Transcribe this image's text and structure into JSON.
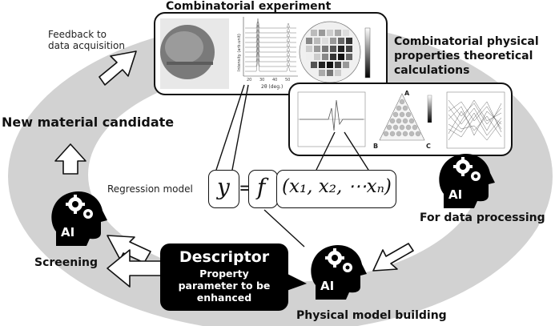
{
  "labels": {
    "combinatorial_experiment": "Combinatorial experiment",
    "feedback": [
      "Feedback to",
      "data acquisition"
    ],
    "theory": [
      "Combinatorial physical",
      "properties theoretical",
      "calculations"
    ],
    "new_material": "New material candidate",
    "screening": "Screening",
    "data_processing": "For data processing",
    "physical_model": "Physical model building",
    "regression": "Regression model",
    "descriptor_title": "Descriptor",
    "descriptor_body": [
      "Property",
      "parameter to be",
      "enhanced"
    ],
    "ai": "AI"
  },
  "plot_text": {
    "xrd_xlabel": "2θ (deg.)",
    "xrd_ylabel": "Intensity (arb.unit)",
    "xrd_ticks": [
      "20",
      "30",
      "40",
      "50"
    ],
    "ternary_labels": [
      "A",
      "B",
      "C"
    ]
  },
  "equation": {
    "y": "y",
    "eq": "=",
    "f": "f",
    "args": "(x₁, x₂, ⋯xₙ)"
  },
  "colors": {
    "cycle_ring": "#d2d2d2",
    "outline": "#111111",
    "descriptor_bg": "#000000"
  }
}
